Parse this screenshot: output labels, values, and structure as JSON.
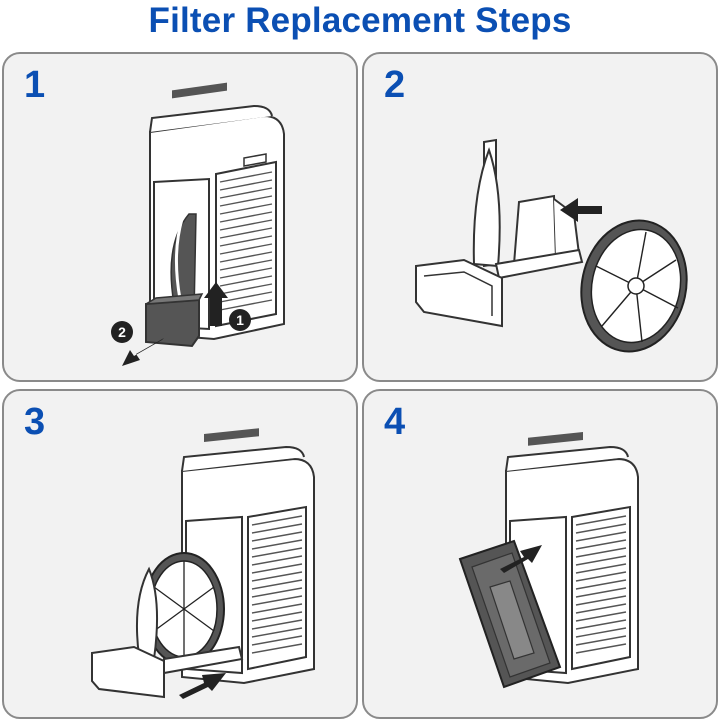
{
  "title": "Filter Replacement Steps",
  "colors": {
    "title": "#0b4fb3",
    "panel_bg": "#f2f2f2",
    "panel_border": "#8a8a8a",
    "device": "#ffffff",
    "dark": "#555555"
  },
  "steps": [
    {
      "number": "1",
      "markers": [
        "1",
        "2"
      ]
    },
    {
      "number": "2"
    },
    {
      "number": "3"
    },
    {
      "number": "4"
    }
  ]
}
